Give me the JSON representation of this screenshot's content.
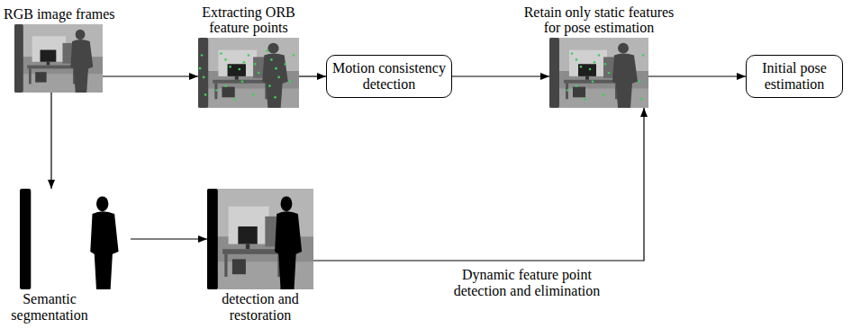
{
  "diagram": {
    "nodes": [
      {
        "text": [
          "RGB image frames"
        ]
      },
      {
        "text": [
          "Extracting ORB feature points"
        ]
      },
      {
        "text": [
          "Motion consistency detection"
        ]
      },
      {
        "text": [
          "Retain only static features for pose estimation"
        ]
      },
      {
        "text": [
          "Initial pose estimation"
        ]
      },
      {
        "text": [
          "Semantic segmentation"
        ]
      },
      {
        "text": [
          "detection and restoration"
        ]
      }
    ],
    "edges": [
      {
        "from": 0,
        "to": 1,
        "arrow": "to"
      },
      {
        "from": 1,
        "to": 2,
        "arrow": "to"
      },
      {
        "from": 2,
        "to": 3,
        "arrow": "to"
      },
      {
        "from": 3,
        "to": 4,
        "arrow": "to"
      },
      {
        "from": 0,
        "to": 5,
        "arrow": "to"
      },
      {
        "from": 5,
        "to": 6,
        "arrow": "to"
      },
      {
        "from": 6,
        "to": 3,
        "label": "Dynamic feature point detection and elimination",
        "arrow": "to"
      }
    ]
  }
}
